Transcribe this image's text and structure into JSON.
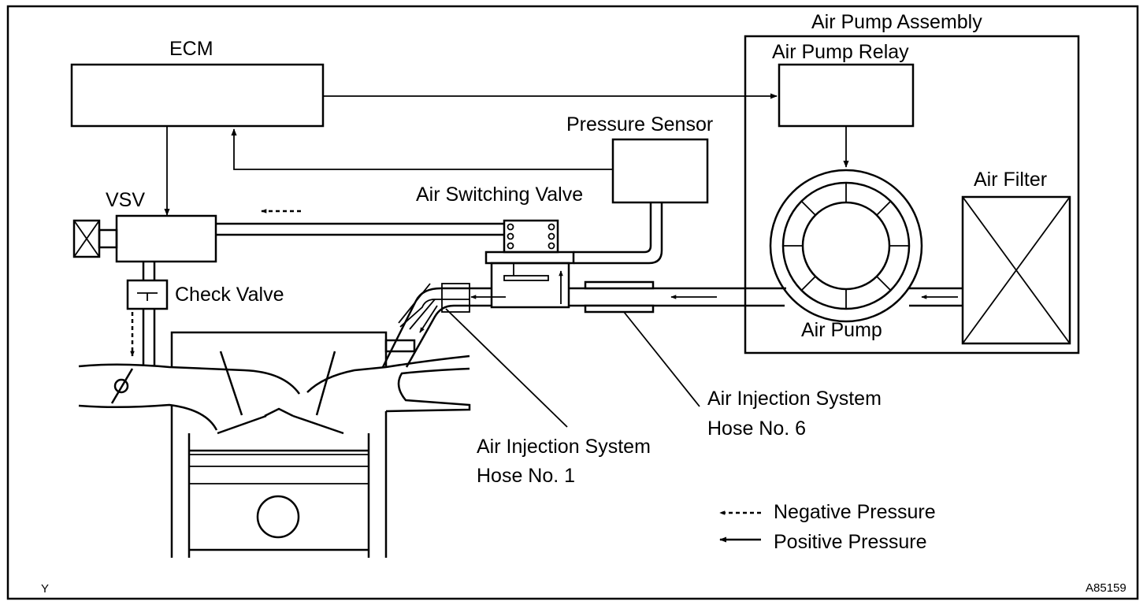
{
  "labels": {
    "ecm": "ECM",
    "air_pump_assembly": "Air Pump Assembly",
    "air_pump_relay": "Air Pump Relay",
    "pressure_sensor": "Pressure Sensor",
    "air_switching_valve": "Air Switching Valve",
    "vsv": "VSV",
    "check_valve": "Check Valve",
    "air_filter": "Air Filter",
    "air_pump": "Air Pump",
    "hose_6_line1": "Air Injection System",
    "hose_6_line2": "Hose No. 6",
    "hose_1_line1": "Air Injection System",
    "hose_1_line2": "Hose No. 1"
  },
  "legend": {
    "negative": "Negative Pressure",
    "positive": "Positive Pressure"
  },
  "corner": {
    "left": "Y",
    "right": "A85159"
  }
}
